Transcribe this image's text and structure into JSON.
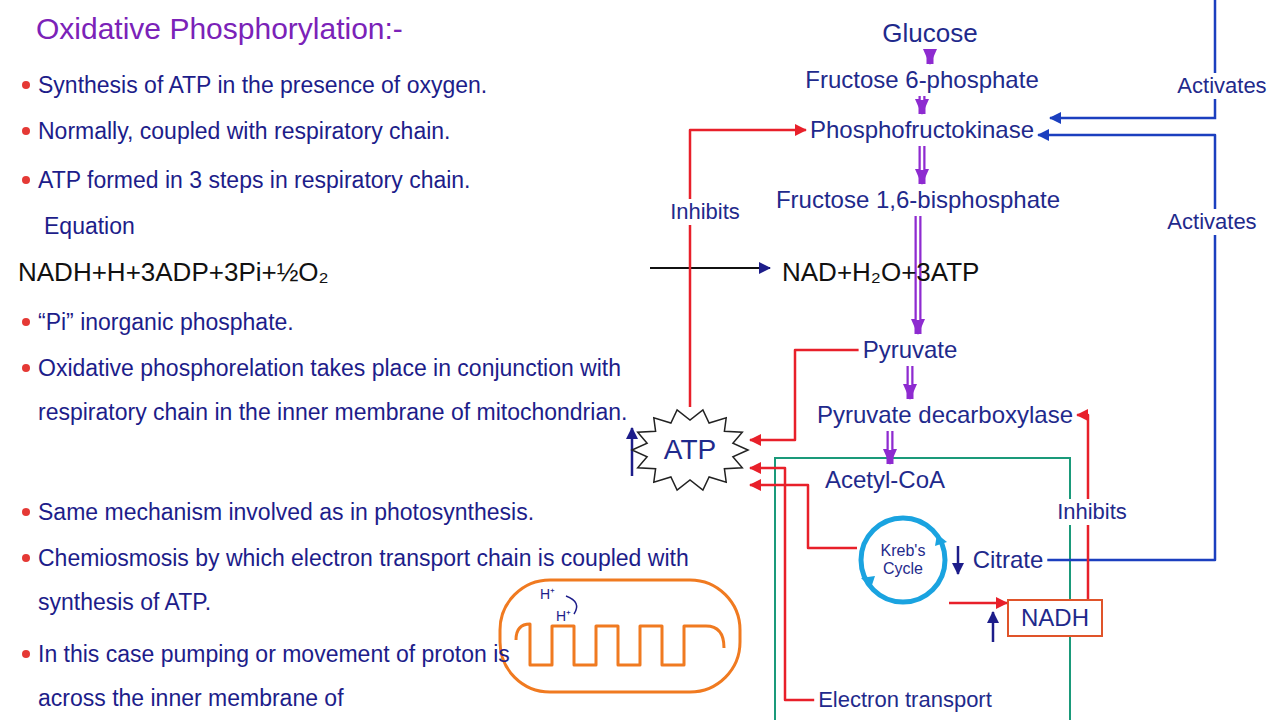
{
  "diagram": {
    "title": "Oxidative Phosphorylation:-",
    "nodes": [
      {
        "text": [
          "Glucose"
        ]
      },
      {
        "text": [
          "Fructose 6-phosphate"
        ]
      },
      {
        "text": [
          "Phosphofructokinase"
        ]
      },
      {
        "text": [
          "Fructose 1,6-bisphosphate"
        ]
      },
      {
        "text": [
          "Pyruvate"
        ]
      },
      {
        "text": [
          "Pyruvate decarboxylase"
        ]
      },
      {
        "text": [
          "ATP"
        ]
      },
      {
        "text": [
          "Acetyl-CoA"
        ]
      },
      {
        "text": [
          "Kreb's Cycle"
        ]
      },
      {
        "text": [
          "Citrate"
        ]
      },
      {
        "text": [
          "NADH"
        ]
      },
      {
        "text": [
          "Electron transport"
        ]
      }
    ],
    "edges": [
      {
        "from": 0,
        "to": 1,
        "arrow": "to"
      },
      {
        "from": 1,
        "to": 2,
        "arrow": "to"
      },
      {
        "from": 2,
        "to": 3,
        "arrow": "to"
      },
      {
        "from": 3,
        "to": 4,
        "arrow": "to"
      },
      {
        "from": 4,
        "to": 5,
        "arrow": "to"
      },
      {
        "from": 5,
        "to": 7,
        "arrow": "to"
      },
      {
        "from": 6,
        "to": 2,
        "arrow": "to",
        "label": "Inhibits"
      },
      {
        "from": 9,
        "to": 2,
        "arrow": "to",
        "label": "Activates"
      },
      {
        "from": 10,
        "to": 5,
        "arrow": "to",
        "label": "Inhibits"
      },
      {
        "from": 4,
        "to": 6,
        "arrow": "to"
      },
      {
        "from": 8,
        "to": 6,
        "arrow": "to"
      },
      {
        "from": 11,
        "to": 6,
        "arrow": "to"
      },
      {
        "from": 8,
        "to": 10,
        "arrow": "to"
      }
    ],
    "labels": [
      "Synthesis of ATP in the presence of oxygen.",
      "Normally, coupled with respiratory chain.",
      "ATP formed in 3 steps in respiratory chain.",
      "Equation",
      "NADH+H+3ADP+3Pi+½O₂",
      "NAD+H₂O+3ATP",
      "“Pi” inorganic phosphate.",
      "Oxidative phosphorelation takes place in conjunction with respiratory chain in the inner membrane of mitochondrian.",
      "Same mechanism involved as in photosynthesis.",
      "Chemiosmosis by which electron transport chain is coupled with synthesis of ATP.",
      "In this case pumping or movement of proton is across the inner membrane of",
      "H⁺",
      "H⁺",
      "Activates"
    ]
  }
}
